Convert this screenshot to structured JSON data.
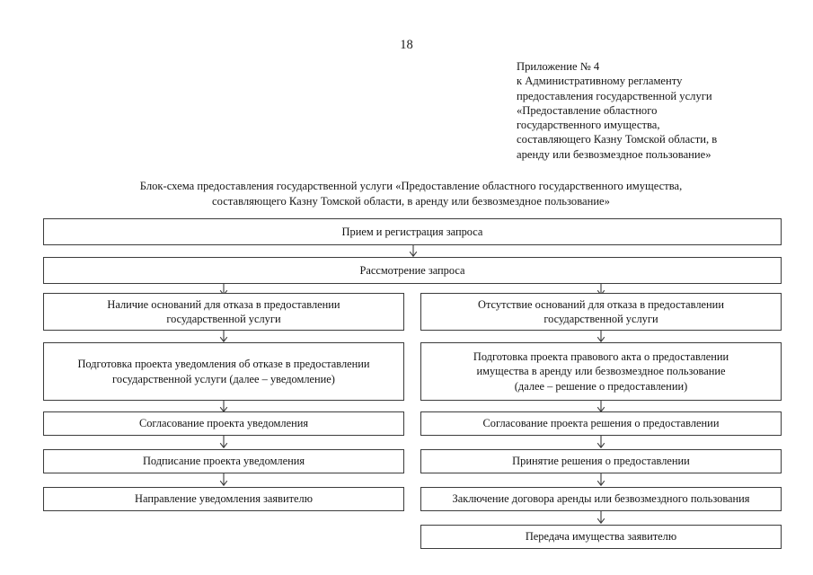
{
  "page": {
    "number": "18"
  },
  "appendix": {
    "lines": [
      "Приложение № 4",
      "к Административному регламенту",
      "предоставления государственной услуги",
      "«Предоставление областного",
      "государственного имущества,",
      "составляющего Казну Томской области, в",
      "аренду или безвозмездное пользование»"
    ]
  },
  "caption": {
    "lines": [
      "Блок-схема предоставления государственной услуги «Предоставление областного государственного имущества,",
      "составляющего Казну Томской области, в аренду или безвозмездное пользование»"
    ]
  },
  "flowchart": {
    "nodes": {
      "intake": {
        "lines": [
          "Прием и регистрация запроса"
        ]
      },
      "review": {
        "lines": [
          "Рассмотрение запроса"
        ]
      },
      "grounds_present": {
        "lines": [
          "Наличие оснований для отказа в предоставлении",
          "государственной услуги"
        ]
      },
      "grounds_absent": {
        "lines": [
          "Отсутствие оснований для отказа в предоставлении",
          "государственной услуги"
        ]
      },
      "draft_refusal": {
        "lines": [
          "Подготовка проекта уведомления об отказе в предоставлении",
          "государственной услуги (далее – уведомление)"
        ]
      },
      "draft_act": {
        "lines": [
          "Подготовка проекта правового акта о предоставлении",
          "имущества в аренду или безвозмездное пользование",
          "(далее – решение о предоставлении)"
        ]
      },
      "approve_notice": {
        "lines": [
          "Согласование проекта уведомления"
        ]
      },
      "approve_decision": {
        "lines": [
          "Согласование проекта решения о предоставлении"
        ]
      },
      "sign_notice": {
        "lines": [
          "Подписание проекта уведомления"
        ]
      },
      "adopt_decision": {
        "lines": [
          "Принятие решения о предоставлении"
        ]
      },
      "send_notice": {
        "lines": [
          "Направление уведомления заявителю"
        ]
      },
      "conclude_contract": {
        "lines": [
          "Заключение договора аренды или безвозмездного пользования"
        ]
      },
      "transfer_property": {
        "lines": [
          "Передача имущества заявителю"
        ]
      }
    },
    "connectors": [
      {
        "name": "intake-to-review"
      },
      {
        "name": "review-to-grounds-present"
      },
      {
        "name": "review-to-grounds-absent"
      },
      {
        "name": "grounds-present-to-draft-refusal"
      },
      {
        "name": "grounds-absent-to-draft-act"
      },
      {
        "name": "draft-refusal-to-approve-notice"
      },
      {
        "name": "draft-act-to-approve-decision"
      },
      {
        "name": "approve-notice-to-sign-notice"
      },
      {
        "name": "approve-decision-to-adopt-decision"
      },
      {
        "name": "sign-notice-to-send-notice"
      },
      {
        "name": "adopt-decision-to-conclude-contract"
      },
      {
        "name": "conclude-contract-to-transfer-property"
      }
    ]
  },
  "style": {
    "border_color": "#3c3c3c",
    "text_color": "#131313",
    "background": "#ffffff"
  }
}
